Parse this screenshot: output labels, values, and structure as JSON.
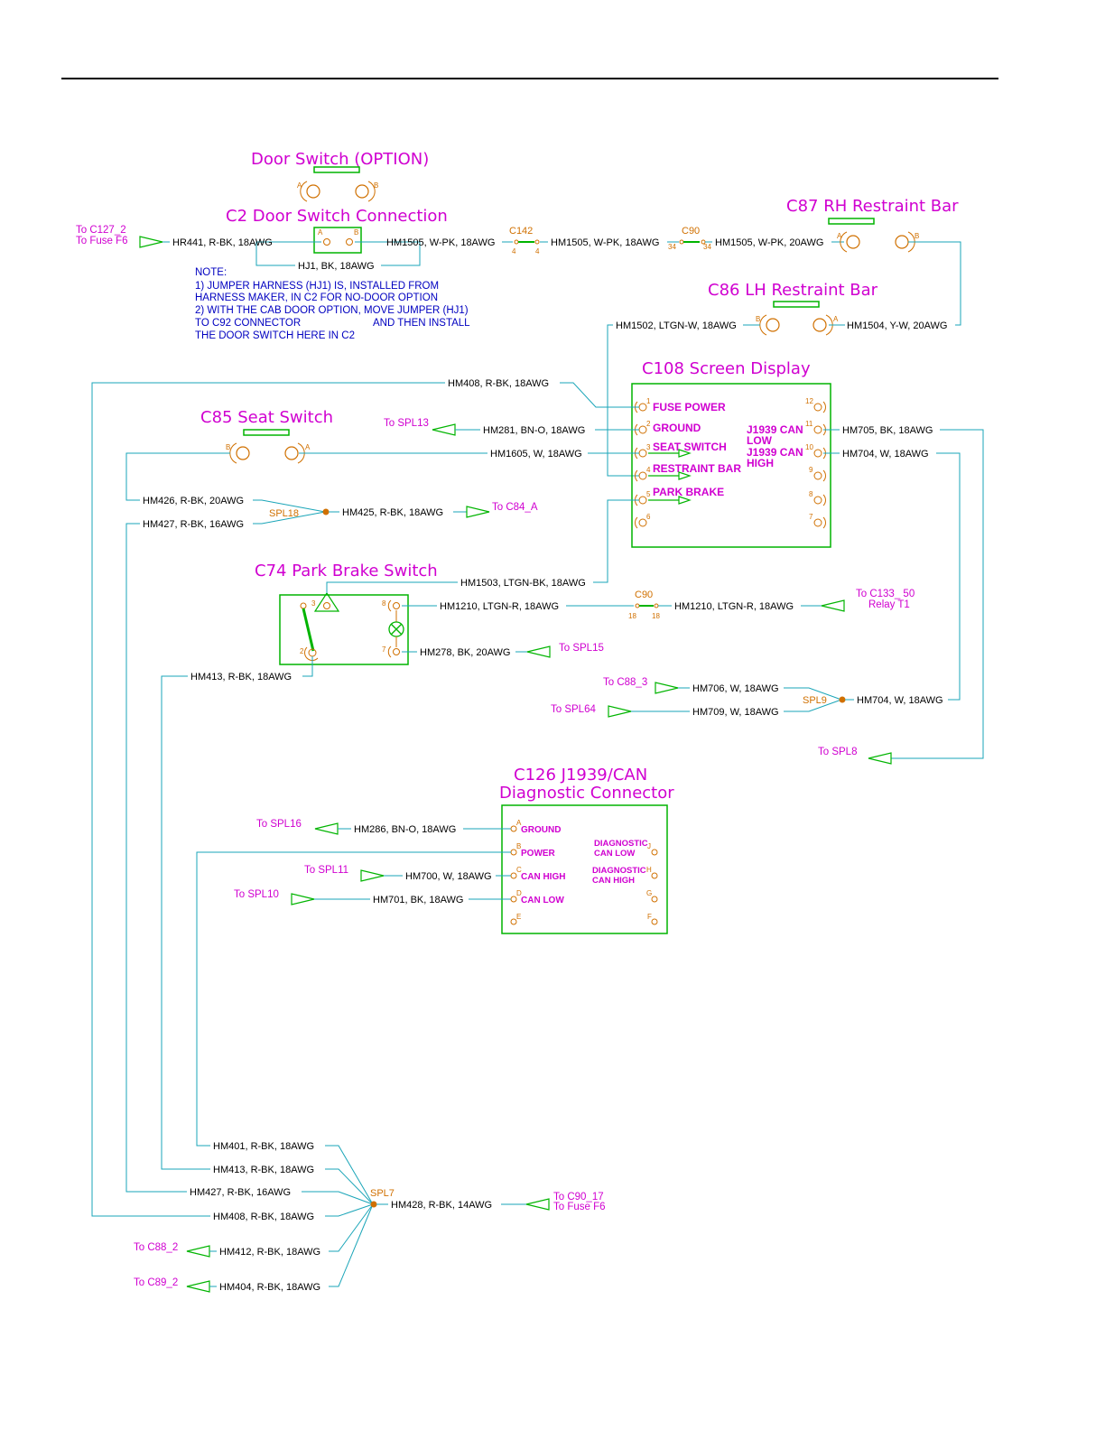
{
  "titles": {
    "door_switch": "Door Switch (OPTION)",
    "c2": "C2 Door Switch Connection",
    "c87": "C87 RH Restraint Bar",
    "c86": "C86 LH Restraint Bar",
    "c108": "C108 Screen Display",
    "c85": "C85 Seat Switch",
    "c74": "C74 Park Brake Switch",
    "c126_1": "C126 J1939/CAN",
    "c126_2": "Diagnostic Connector"
  },
  "note": {
    "lines": [
      "NOTE:",
      "1) JUMPER HARNESS (HJ1) IS, INSTALLED FROM",
      "HARNESS MAKER, IN C2 FOR NO-DOOR  OPTION",
      "2) WITH THE CAB DOOR OPTION, MOVE JUMPER (HJ1)",
      "TO C92 CONNECTOR",
      "AND THEN INSTALL",
      "THE DOOR SWITCH HERE IN C2"
    ]
  },
  "destinations": {
    "c127": "To C127_2",
    "fuse_f6_top": "To Fuse F6",
    "spl13": "To SPL13",
    "c84a": "To C84_A",
    "c133": "To C133_ 50",
    "relay_t1": "Relay T1",
    "spl15": "To SPL15",
    "c88_3": "To C88_3",
    "spl64": "To SPL64",
    "spl8": "To SPL8",
    "spl16": "To SPL16",
    "spl11": "To SPL11",
    "spl10": "To SPL10",
    "c90_17": "To C90_17",
    "fuse_f6_bot": "To Fuse F6",
    "c88_2": "To C88_2",
    "c89_2": "To C89_2"
  },
  "wires": {
    "hr441": "HR441, R-BK, 18AWG",
    "hm1505_a": "HM1505, W-PK, 18AWG",
    "hm1505_b": "HM1505, W-PK, 18AWG",
    "hm1505_c": "HM1505, W-PK, 20AWG",
    "hj1": "HJ1, BK, 18AWG",
    "hm1502": "HM1502, LTGN-W, 18AWG",
    "hm1504": "HM1504, Y-W, 20AWG",
    "hm408_top": "HM408, R-BK, 18AWG",
    "hm281": "HM281, BN-O, 18AWG",
    "hm1605": "HM1605, W, 18AWG",
    "hm705": "HM705, BK, 18AWG",
    "hm704_top": "HM704, W, 18AWG",
    "hm426": "HM426, R-BK, 20AWG",
    "hm427_top": "HM427, R-BK, 16AWG",
    "hm425": "HM425, R-BK, 18AWG",
    "hm1503": "HM1503, LTGN-BK, 18AWG",
    "hm1210_a": "HM1210, LTGN-R, 18AWG",
    "hm1210_b": "HM1210, LTGN-R, 18AWG",
    "hm278": "HM278, BK, 20AWG",
    "hm413_top": "HM413, R-BK, 18AWG",
    "hm706": "HM706, W, 18AWG",
    "hm709": "HM709, W, 18AWG",
    "hm704_bot": "HM704, W, 18AWG",
    "hm286": "HM286, BN-O, 18AWG",
    "hm700": "HM700, W, 18AWG",
    "hm701": "HM701, BK, 18AWG",
    "hm401": "HM401, R-BK, 18AWG",
    "hm413_bot": "HM413, R-BK, 18AWG",
    "hm427_bot": "HM427, R-BK, 16AWG",
    "hm408_bot": "HM408, R-BK, 18AWG",
    "hm428": "HM428, R-BK, 14AWG",
    "hm412": "HM412, R-BK, 18AWG",
    "hm404": "HM404, R-BK, 18AWG"
  },
  "splices": {
    "spl18": "SPL18",
    "spl9": "SPL9",
    "spl7": "SPL7",
    "c142": "C142",
    "c90_top": "C90",
    "c90_mid": "C90"
  },
  "c108_pins": {
    "fuse_power": "FUSE POWER",
    "ground": "GROUND",
    "seat_switch": "SEAT SWITCH",
    "restraint_bar": "RESTRAINT BAR",
    "park_brake": "PARK BRAKE",
    "j1939_can_low": "J1939 CAN",
    "low": "LOW",
    "j1939_can_high": "J1939 CAN",
    "high": "HIGH"
  },
  "c126_pins": {
    "ground": "GROUND",
    "power": "POWER",
    "can_high": "CAN HIGH",
    "can_low": "CAN LOW",
    "diag_low_1": "DIAGNOSTIC",
    "diag_low_2": "CAN LOW",
    "diag_high_1": "DIAGNOSTIC",
    "diag_high_2": "CAN HIGH"
  },
  "pin_numbers": {
    "a": "A",
    "b": "B",
    "c": "C",
    "d": "D",
    "e": "E",
    "f": "F",
    "g": "G",
    "h": "H",
    "j": "J",
    "n1": "1",
    "n2": "2",
    "n3": "3",
    "n4": "4",
    "n5": "5",
    "n6": "6",
    "n7": "7",
    "n8": "8",
    "n9": "9",
    "n10": "10",
    "n11": "11",
    "n12": "12",
    "n18": "18",
    "n34": "34"
  }
}
